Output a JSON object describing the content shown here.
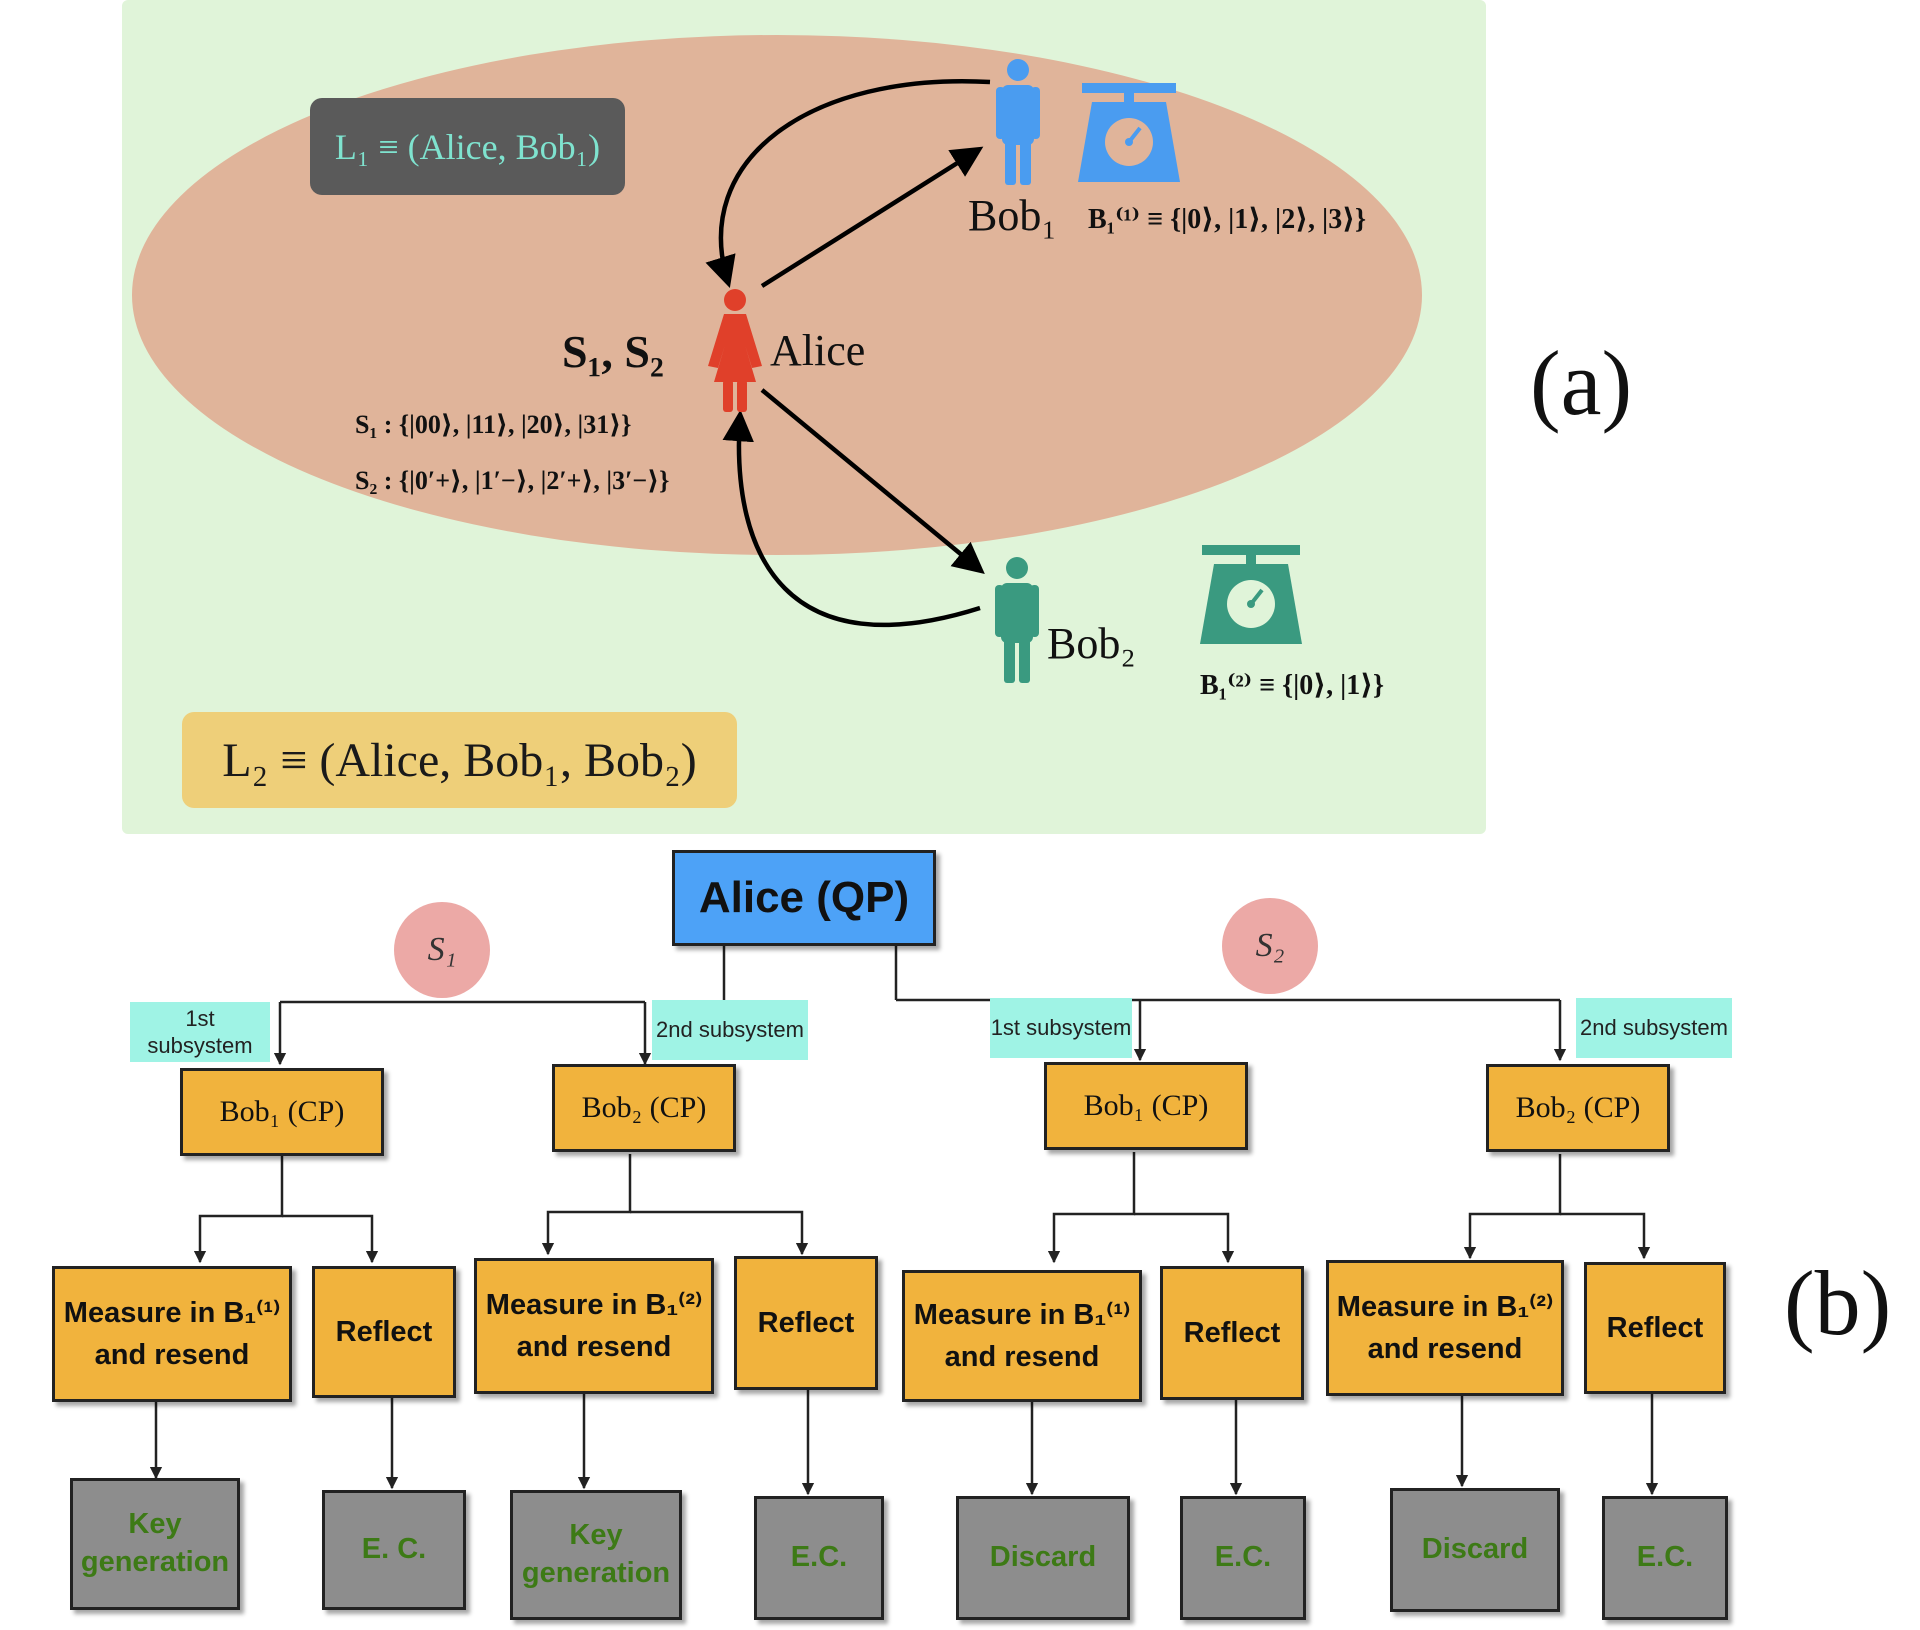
{
  "panel_a": {
    "l1_label": "L₁ ≡ (Alice, Bob₁)",
    "l2_label": "L₂ ≡ (Alice, Bob₁, Bob₂)",
    "alice": "Alice",
    "states_label": "S₁, S₂",
    "s1_set": "S₁ : {|00⟩, |11⟩, |20⟩, |31⟩}",
    "s2_set": "S₂ : {|0′+⟩, |1′−⟩, |2′+⟩, |3′−⟩}",
    "bob1": "Bob₁",
    "bob2": "Bob₂",
    "bob1_basis": "B₁⁽¹⁾ ≡ {|0⟩, |1⟩, |2⟩, |3⟩}",
    "bob2_basis": "B₁⁽²⁾ ≡ {|0⟩, |1⟩}",
    "panel_label": "(a)",
    "colors": {
      "alice": "#e0402a",
      "bob1": "#4a9cf0",
      "bob2": "#3a9a80"
    }
  },
  "panel_b": {
    "panel_label": "(b)",
    "root": "Alice (QP)",
    "s1": "S₁",
    "s2": "S₂",
    "tag_first": "1st subsystem",
    "tag_second": "2nd subsystem",
    "bob1": "Bob₁ (CP)",
    "bob2": "Bob₂ (CP)",
    "measure_b1": "Measure in B₁⁽¹⁾ and resend",
    "measure_b2": "Measure in B₁⁽²⁾ and resend",
    "reflect": "Reflect",
    "outcomes": [
      "Key generation",
      "E. C.",
      "Key generation",
      "E.C.",
      "Discard",
      "E.C.",
      "Discard",
      "E.C."
    ]
  }
}
